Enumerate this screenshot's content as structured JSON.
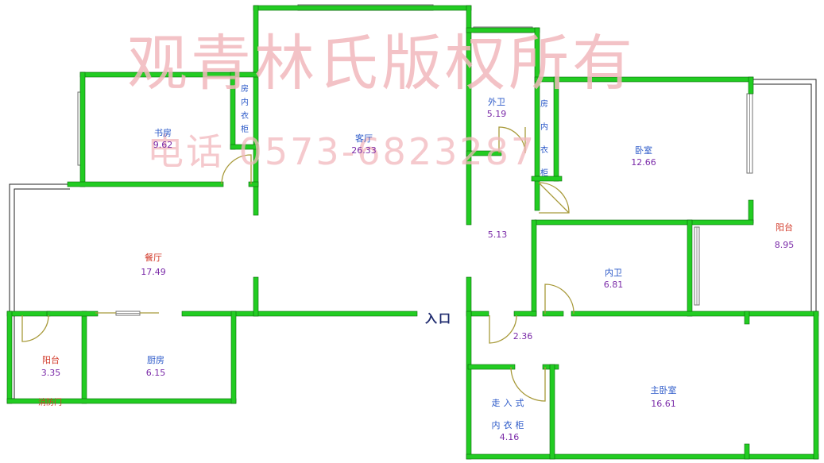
{
  "watermark": {
    "title": "观青林氏版权所有",
    "phone": "电话 0573-6823287"
  },
  "entrance": "入口",
  "fire_door": "消防门",
  "colors": {
    "wall": "#22cc22",
    "wall_outline": "#0a6a0a",
    "door": "#a89a3a",
    "window": "#808080"
  },
  "rooms": [
    {
      "id": "study",
      "name": "书房",
      "area": "9.62",
      "color": "blue"
    },
    {
      "id": "living",
      "name": "客厅",
      "area": "26.33",
      "color": "blue"
    },
    {
      "id": "guest-bath",
      "name": "外卫",
      "area": "5.19",
      "color": "blue"
    },
    {
      "id": "bedroom",
      "name": "卧室",
      "area": "12.66",
      "color": "blue"
    },
    {
      "id": "east-balcony",
      "name": "阳台",
      "area": "8.95",
      "color": "red"
    },
    {
      "id": "corridor",
      "name": "",
      "area": "5.13",
      "color": "blue"
    },
    {
      "id": "dining",
      "name": "餐厅",
      "area": "17.49",
      "color": "red"
    },
    {
      "id": "en-suite-bath",
      "name": "内卫",
      "area": "6.81",
      "color": "blue"
    },
    {
      "id": "small-balcony",
      "name": "阳台",
      "area": "3.35",
      "color": "red"
    },
    {
      "id": "kitchen",
      "name": "厨房",
      "area": "6.15",
      "color": "blue"
    },
    {
      "id": "hall",
      "name": "",
      "area": "2.36",
      "color": "blue"
    },
    {
      "id": "master-bedroom",
      "name": "主卧室",
      "area": "16.61",
      "color": "blue"
    },
    {
      "id": "walk-in-closet",
      "name": "走入式",
      "name2": "内衣柜",
      "area": "4.16",
      "color": "blue"
    }
  ],
  "wardrobes": [
    {
      "id": "wardrobe-study",
      "chars": [
        "房",
        "内",
        "衣",
        "柜"
      ]
    },
    {
      "id": "wardrobe-bedroom",
      "chars": [
        "房",
        "内",
        "衣",
        "柜"
      ]
    }
  ]
}
